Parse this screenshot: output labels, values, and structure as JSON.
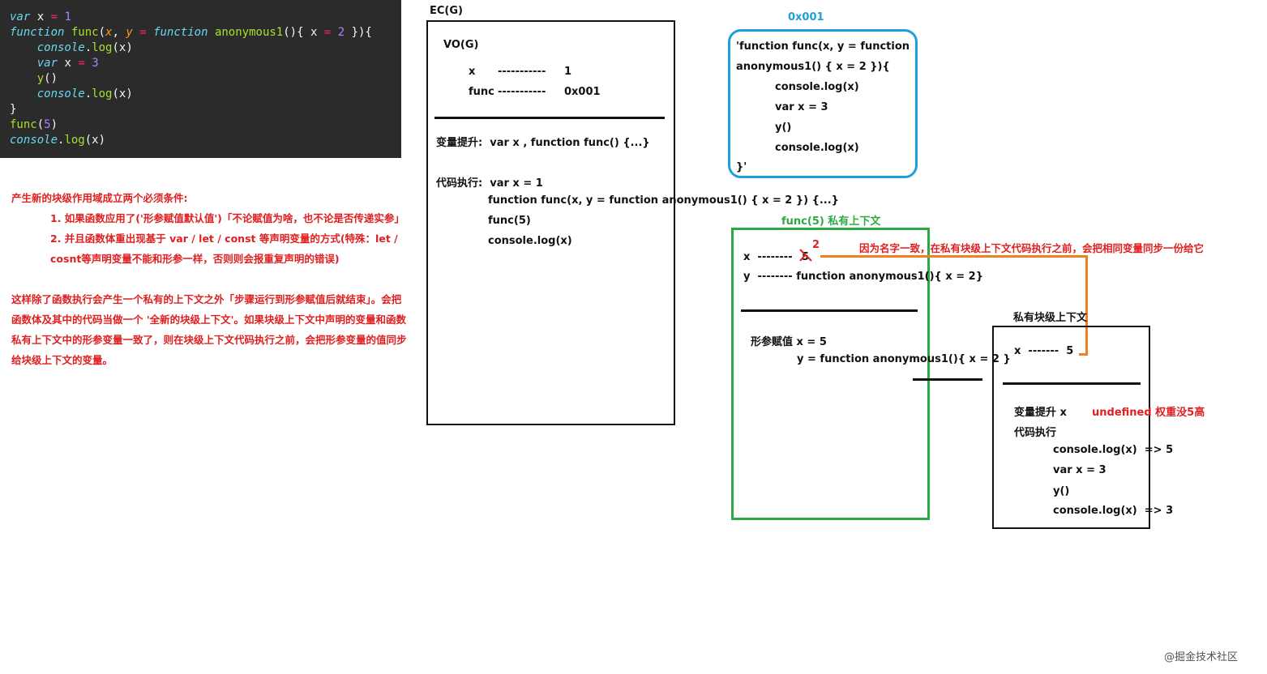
{
  "code": {
    "line1": {
      "kw": "var",
      "rest1": " x ",
      "op": "=",
      "rest2": " ",
      "num": "1"
    },
    "line2": {
      "kw": "function",
      "name": "func",
      "p1": "x",
      "sep": ", ",
      "p2": "y",
      "op": " = ",
      "kw2": "function",
      "name2": "anonymous1",
      "body1": "(){ x ",
      "op2": "=",
      "body2": " ",
      "num": "2",
      "body3": " })",
      "tail": "{"
    },
    "line3": {
      "obj": "console",
      "dot": ".",
      "fn": "log",
      "args": "(x)"
    },
    "line4": {
      "kw": "var",
      "rest1": " x ",
      "op": "=",
      "rest2": " ",
      "num": "3"
    },
    "line5": {
      "fn": "y",
      "args": "()"
    },
    "line6": {
      "obj": "console",
      "dot": ".",
      "fn": "log",
      "args": "(x)"
    },
    "line7": "}",
    "line8": {
      "fn": "func",
      "open": "(",
      "num": "5",
      "close": ")"
    },
    "line9": {
      "obj": "console",
      "dot": ".",
      "fn": "log",
      "args": "(x)"
    }
  },
  "notes": {
    "title": "产生新的块级作用域成立两个必须条件:",
    "cond1": "1. 如果函数应用了('形参赋值默认值')「不论赋值为啥，也不论是否传递实参」",
    "cond2a": "2. 并且函数体重出现基于 var / let / const 等声明变量的方式(特殊：let /",
    "cond2b": "cosnt等声明变量不能和形参一样，否则则会报重复声明的错误)",
    "para1": "这样除了函数执行会产生一个私有的上下文之外「步骤运行到形参赋值后就结束」。会把",
    "para2": "函数体及其中的代码当做一个 '全新的块级上下文'。如果块级上下文中声明的变量和函数",
    "para3": "私有上下文中的形参变量一致了，则在块级上下文代码执行之前，会把形参变量的值同步",
    "para4": "给块级上下文的变量。"
  },
  "ec": {
    "title": "EC(G)",
    "vo": "VO(G)",
    "rows": [
      {
        "name": "x",
        "dash": "-----------",
        "value": "1"
      },
      {
        "name": "func",
        "dash": "-----------",
        "value": "0x001"
      }
    ],
    "hoist": "变量提升:  var x , function func() {...}",
    "exec_label": "代码执行:  var x = 1",
    "exec_lines": [
      "function func(x, y = function anonymous1() { x = 2 }) {...}",
      "func(5)",
      "console.log(x)"
    ]
  },
  "heap": {
    "address": "0x001",
    "lines": [
      "'function func(x, y = function",
      "anonymous1() { x = 2 }){",
      "console.log(x)",
      "var x = 3",
      "y()",
      "console.log(x)",
      "}'"
    ]
  },
  "func_ctx": {
    "title": "func(5) 私有上下文",
    "x_label": "x  --------",
    "x_old": "5",
    "x_new": "2",
    "y_row": "y  -------- function anonymous1(){ x = 2}",
    "params_label": "形参赋值 x = 5",
    "params_y": "y = function anonymous1(){ x = 2 }"
  },
  "sync_note": "因为名字一致，在私有块级上下文代码执行之前，会把相同变量同步一份给它",
  "block_ctx": {
    "title": "私有块级上下文",
    "x_row": "x  -------  5",
    "hoist": "变量提升 x",
    "hoist_note": "undefined 权重没5高",
    "exec_label": "代码执行",
    "exec_lines": [
      "console.log(x)  => 5",
      "var x = 3",
      "y()",
      "console.log(x)  => 3"
    ]
  },
  "watermark": "@掘金技术社区",
  "colors": {
    "code_bg": "#2b2b2b",
    "note_red": "#e02020",
    "heap_blue": "#1ea0dc",
    "ctx_green": "#2aaa44",
    "arrow_orange": "#f08020"
  }
}
